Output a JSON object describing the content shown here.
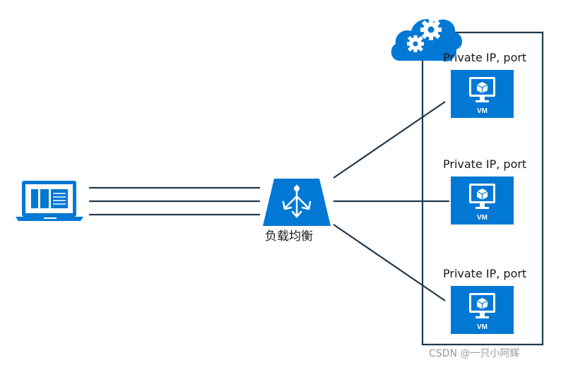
{
  "load_balancer": {
    "label": "负载均衡"
  },
  "vms": [
    {
      "label": "Private IP, port",
      "badge": "VM"
    },
    {
      "label": "Private IP, port",
      "badge": "VM"
    },
    {
      "label": "Private IP, port",
      "badge": "VM"
    }
  ],
  "watermark": "CSDN @一只小阿辉",
  "colors": {
    "azure_blue": "#0078d4",
    "line": "#1f3a4d",
    "white": "#ffffff"
  },
  "icons": {
    "client": "laptop-icon",
    "load_balancer": "load-balancer-icon",
    "cloud": "cloud-gear-icon",
    "vm": "vm-monitor-icon"
  }
}
